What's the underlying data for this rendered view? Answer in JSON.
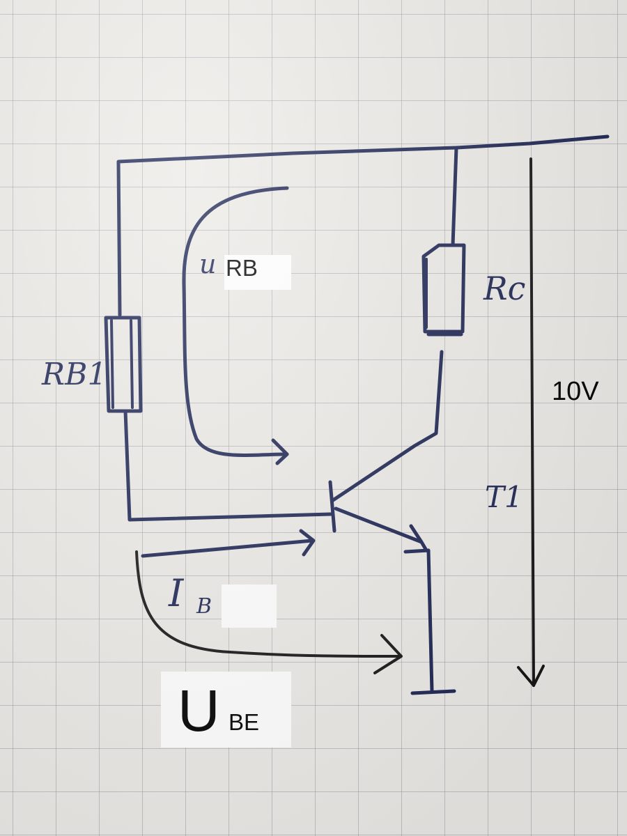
{
  "labels": {
    "rb_voltage_sub": "RB",
    "rc": "Rc",
    "rb1": "RB1",
    "supply": "10V",
    "transistor": "T1",
    "ib": "I",
    "ib_sub": "B",
    "ube_main": "U",
    "ube_sub": "BE"
  },
  "colors": {
    "ink": "#1d2553",
    "black_ink": "#151515",
    "paper": "#eceae6",
    "grid": "#8c8c96"
  }
}
